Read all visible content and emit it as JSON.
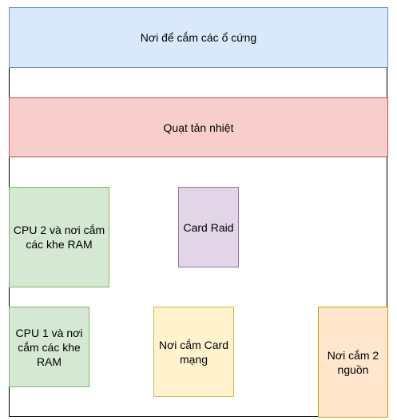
{
  "diagram": {
    "blocks": {
      "drive_bay": {
        "label": "Nơi để cắm các ổ cứng",
        "fill": "#dae8fc",
        "stroke": "#6c8ebf"
      },
      "fans": {
        "label": "Quạt tản nhiệt",
        "fill": "#f8cecc",
        "stroke": "#b85450"
      },
      "cpu2": {
        "label": "CPU 2 và nơi cắm các khe RAM",
        "fill": "#d5e8d4",
        "stroke": "#82b366"
      },
      "raid": {
        "label": "Card Raid",
        "fill": "#e1d5e7",
        "stroke": "#9673a6"
      },
      "cpu1": {
        "label": "CPU 1 và nơi cắm các khe RAM",
        "fill": "#d5e8d4",
        "stroke": "#82b366"
      },
      "nic": {
        "label": "Nơi cắm Card mạng",
        "fill": "#fff2cc",
        "stroke": "#d6b656"
      },
      "psu": {
        "label": "Nơi cắm 2 nguồn",
        "fill": "#ffe6cc",
        "stroke": "#d79b00"
      }
    }
  }
}
